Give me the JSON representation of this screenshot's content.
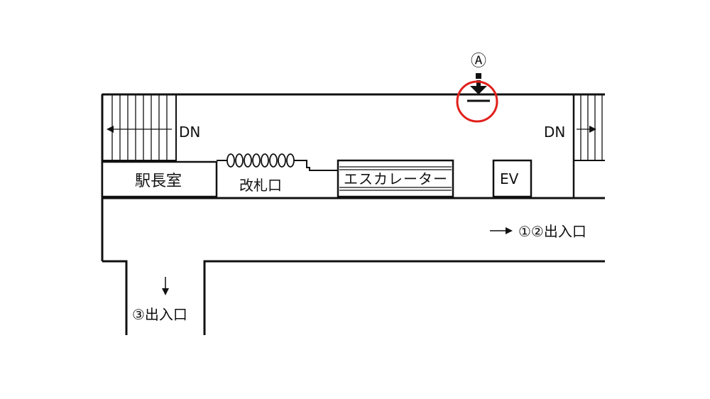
{
  "labels": {
    "station_master_office": "駅長室",
    "ticket_gate": "改札口",
    "escalator": "エスカレーター",
    "elevator": "EV",
    "exit_12": "①②出入口",
    "exit_3": "③出入口",
    "stairs_down_left": "DN",
    "stairs_down_right": "DN",
    "marker_a": "Ⓐ"
  },
  "colors": {
    "line": "#111111",
    "highlight_circle": "#e0201c"
  },
  "icons": {
    "marker": "down-arrow-marker-icon",
    "ticket_gate": "ticket-gate-icon",
    "stairs": "stairs-icon"
  }
}
